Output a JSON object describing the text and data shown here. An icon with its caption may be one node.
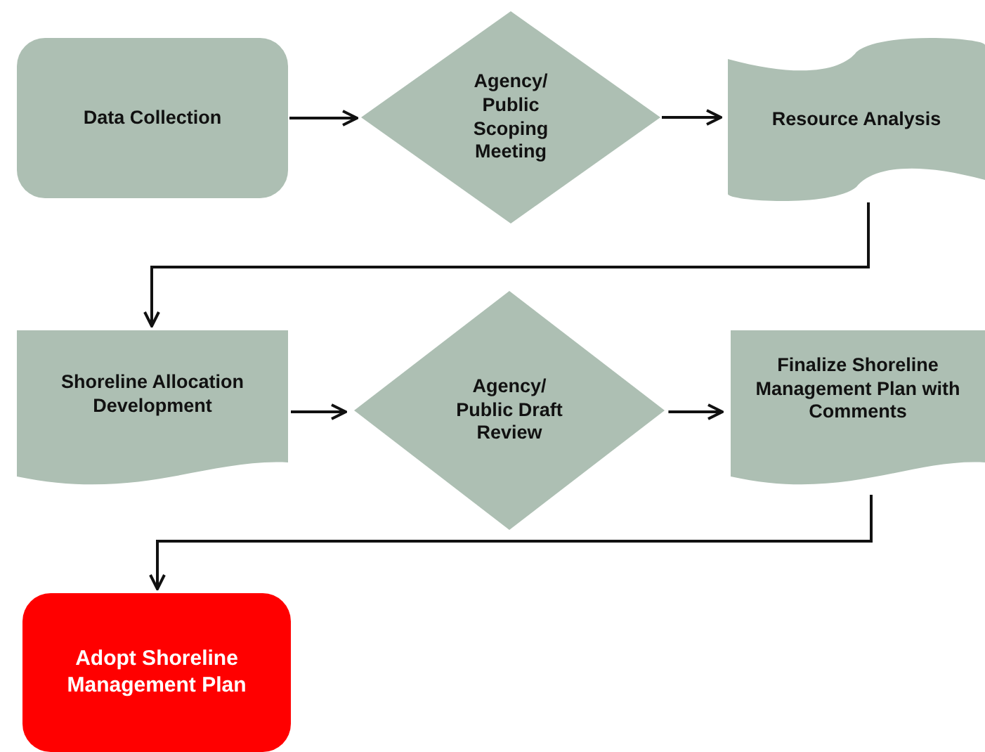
{
  "diagram": {
    "nodes": [
      {
        "text": [
          "Data Collection"
        ]
      },
      {
        "text": [
          "Agency/ Public Scoping Meeting"
        ]
      },
      {
        "text": [
          "Resource Analysis"
        ]
      },
      {
        "text": [
          "Shoreline Allocation Development"
        ]
      },
      {
        "text": [
          "Agency/ Public Draft Review"
        ]
      },
      {
        "text": [
          "Finalize Shoreline Management Plan with Comments"
        ]
      },
      {
        "text": [
          "Adopt Shoreline Management Plan"
        ]
      }
    ],
    "edges": [
      {
        "from": 0,
        "to": 1,
        "arrow": "to"
      },
      {
        "from": 1,
        "to": 2,
        "arrow": "to"
      },
      {
        "from": 2,
        "to": 3,
        "arrow": "to"
      },
      {
        "from": 3,
        "to": 4,
        "arrow": "to"
      },
      {
        "from": 4,
        "to": 5,
        "arrow": "to"
      },
      {
        "from": 5,
        "to": 6,
        "arrow": "to"
      }
    ]
  }
}
